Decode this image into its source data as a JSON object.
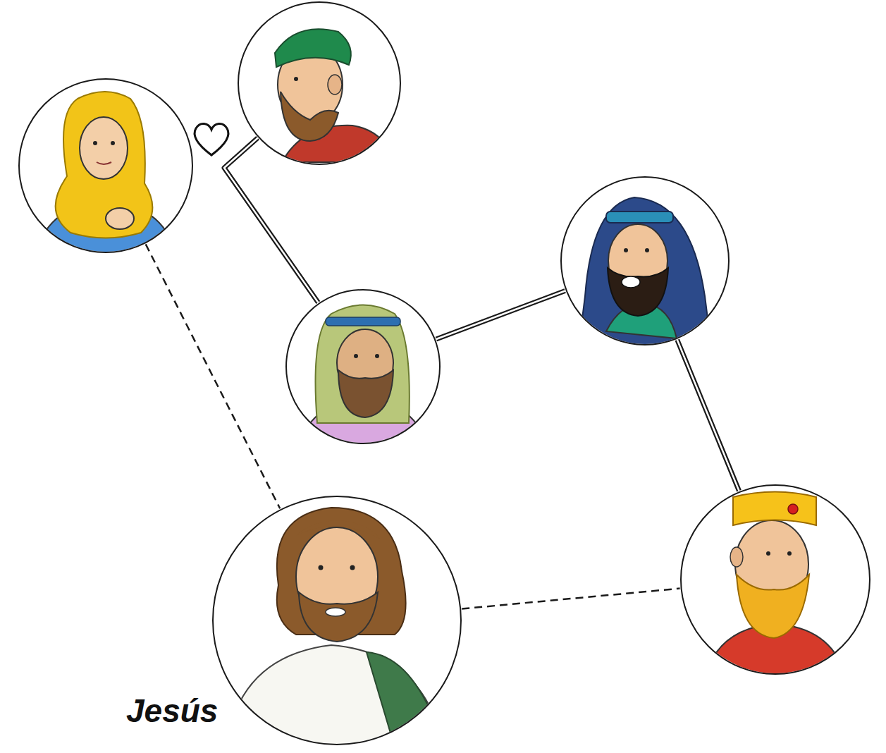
{
  "diagram": {
    "nodes": [
      {
        "text": []
      },
      {
        "text": []
      },
      {
        "text": []
      },
      {
        "text": []
      },
      {
        "text": [
          "Jesús"
        ]
      },
      {
        "text": []
      }
    ],
    "edges": [
      {
        "from": 1,
        "to": 4,
        "arrow": "none"
      },
      {
        "from": 3,
        "to": 0,
        "arrow": "none"
      },
      {
        "from": 3,
        "to": 2,
        "arrow": "none"
      },
      {
        "from": 2,
        "to": 5,
        "arrow": "none"
      },
      {
        "from": 4,
        "to": 5,
        "arrow": "none"
      }
    ]
  }
}
